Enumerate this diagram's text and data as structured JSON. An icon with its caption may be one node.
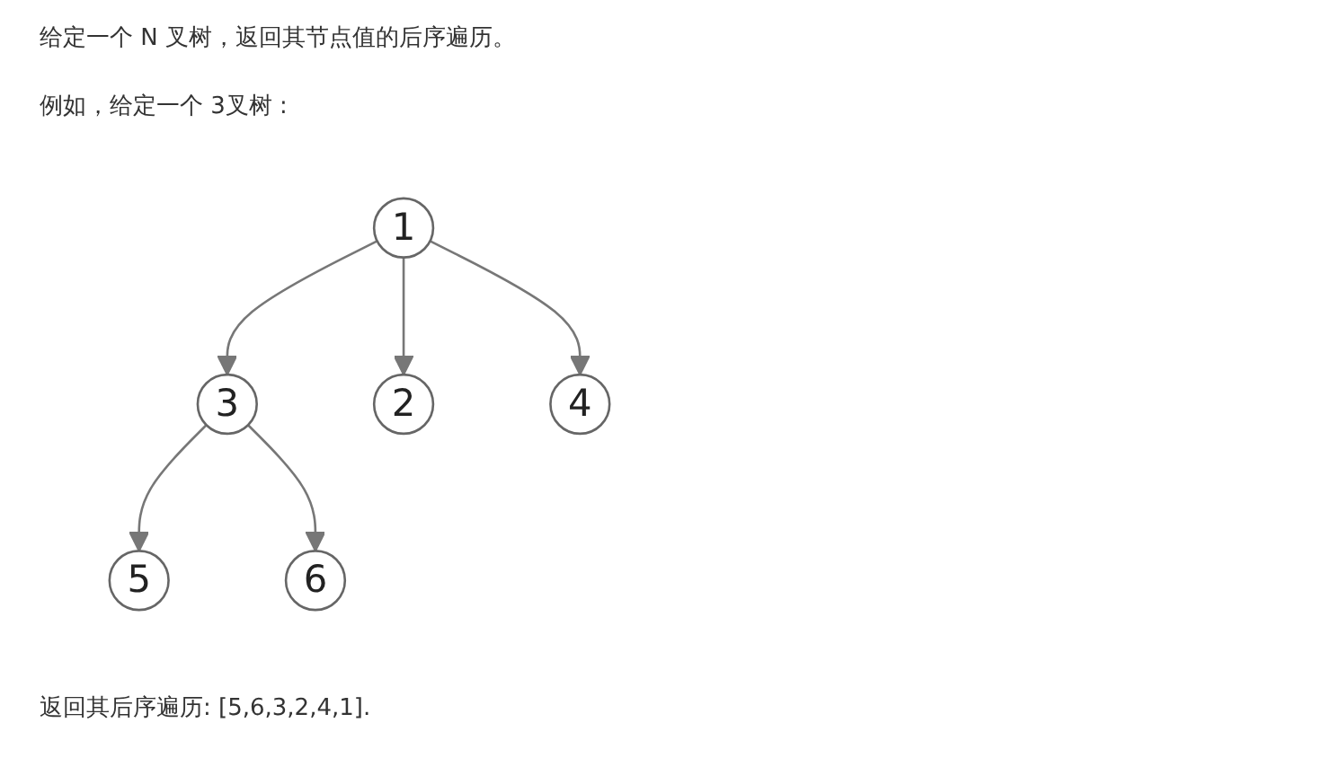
{
  "diagram": {
    "nodes": [
      {
        "text": [
          "1"
        ]
      },
      {
        "text": [
          "3"
        ]
      },
      {
        "text": [
          "2"
        ]
      },
      {
        "text": [
          "4"
        ]
      },
      {
        "text": [
          "5"
        ]
      },
      {
        "text": [
          "6"
        ]
      }
    ],
    "edges": [
      {
        "from": 0,
        "to": 1,
        "arrow": "to"
      },
      {
        "from": 0,
        "to": 2,
        "arrow": "to"
      },
      {
        "from": 0,
        "to": 3,
        "arrow": "to"
      },
      {
        "from": 1,
        "to": 4,
        "arrow": "to"
      },
      {
        "from": 1,
        "to": 5,
        "arrow": "to"
      }
    ],
    "labels": [
      "给定一个 N 叉树，返回其节点值的后序遍历。",
      "例如，给定一个 3叉树 :",
      "返回其后序遍历: [5,6,3,2,4,1]."
    ]
  }
}
